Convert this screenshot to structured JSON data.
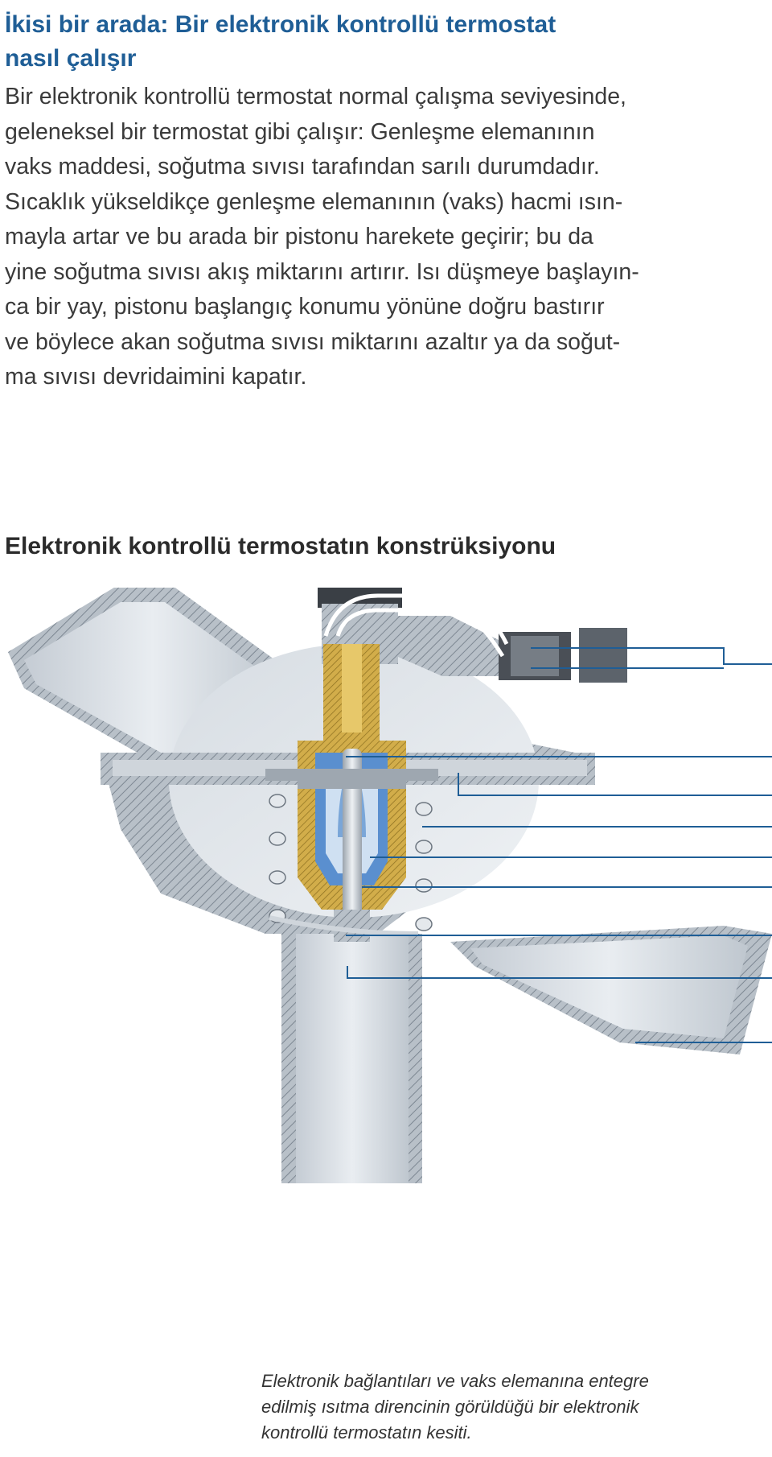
{
  "heading": {
    "line1": "İkisi bir arada: Bir elektronik kontrollü termostat",
    "line2": "nasıl çalışır"
  },
  "body": {
    "lines": [
      "Bir elektronik kontrollü termostat normal çalışma seviyesinde,",
      "geleneksel bir termostat gibi çalışır: Genleşme elemanının",
      "vaks maddesi, soğutma sıvısı tarafından sarılı durumdadır.",
      "Sıcaklık yükseldikçe genleşme elemanının (vaks) hacmi ısın-",
      "mayla artar ve bu arada bir pistonu harekete geçirir; bu da",
      "yine soğutma sıvısı akış miktarını artırır. Isı düşmeye başlayın-",
      "ca bir yay, pistonu başlangıç konumu yönüne doğru bastırır",
      "ve böylece akan soğutma sıvısı miktarını azaltır ya da soğut-",
      "ma sıvısı devridaimini kapatır."
    ]
  },
  "section": {
    "title": "Elektronik kontrollü termostatın konstrüksiyonu"
  },
  "caption": {
    "lines": [
      "Elektronik bağlantıları ve vaks elemanına entegre",
      "edilmiş ısıtma direncinin görüldüğü bir elektronik",
      "kontrollü termostatın kesiti."
    ]
  },
  "colors": {
    "heading": "#1f5e96",
    "leader_lines": "#1f5e96",
    "housing": "#a9b2bc",
    "brass": "#c9a23c",
    "wax": "#3f7fc4"
  }
}
